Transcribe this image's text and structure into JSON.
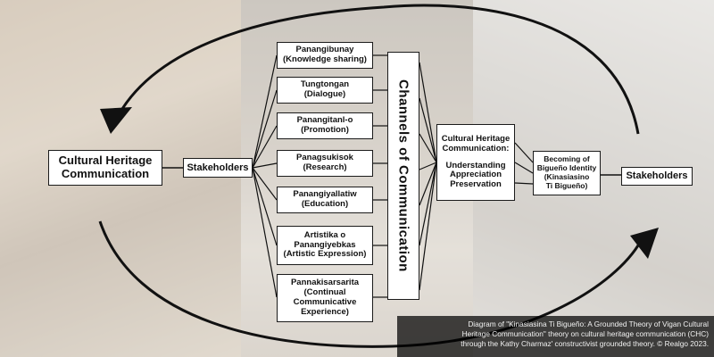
{
  "diagram": {
    "cultural_heritage_communication": "Cultural Heritage Communication",
    "stakeholders_left": "Stakeholders",
    "channels_title": "Channels of Communication",
    "channels": [
      {
        "line1": "Panangibunay",
        "line2": "(Knowledge sharing)",
        "line3": ""
      },
      {
        "line1": "Tungtongan",
        "line2": "(Dialogue)",
        "line3": ""
      },
      {
        "line1": "Panangitanl-o",
        "line2": "(Promotion)",
        "line3": ""
      },
      {
        "line1": "Panagsukisok",
        "line2": "(Research)",
        "line3": ""
      },
      {
        "line1": "Panangiyallatiw",
        "line2": "(Education)",
        "line3": ""
      },
      {
        "line1": "Artistika o",
        "line2": "Panangiyebkas",
        "line3": "(Artistic Expression)"
      },
      {
        "line1": "Pannakisarsarita",
        "line2": "(Continual",
        "line3": "Communicative",
        "line4": "Experience)"
      }
    ],
    "center": {
      "title_line1": "Cultural Heritage",
      "title_line2": "Communication:",
      "item1": "Understanding",
      "item2": "Appreciation",
      "item3": "Preservation"
    },
    "becoming": {
      "line1": "Becoming of",
      "line2": "Bigueño Identity",
      "line3": "(Kinasiasino",
      "line4": "Ti Bigueño)"
    },
    "stakeholders_right": "Stakeholders"
  },
  "caption": {
    "line1": "Diagram of \"Kinasiasina Ti Bigueño: A Grounded Theory of Vigan Cultural",
    "line2": "Heritage Communication\" theory on cultural heritage communication (CHC)",
    "line3": "through the Kathy Charmaz' constructivist grounded theory. © Realgo 2023."
  }
}
